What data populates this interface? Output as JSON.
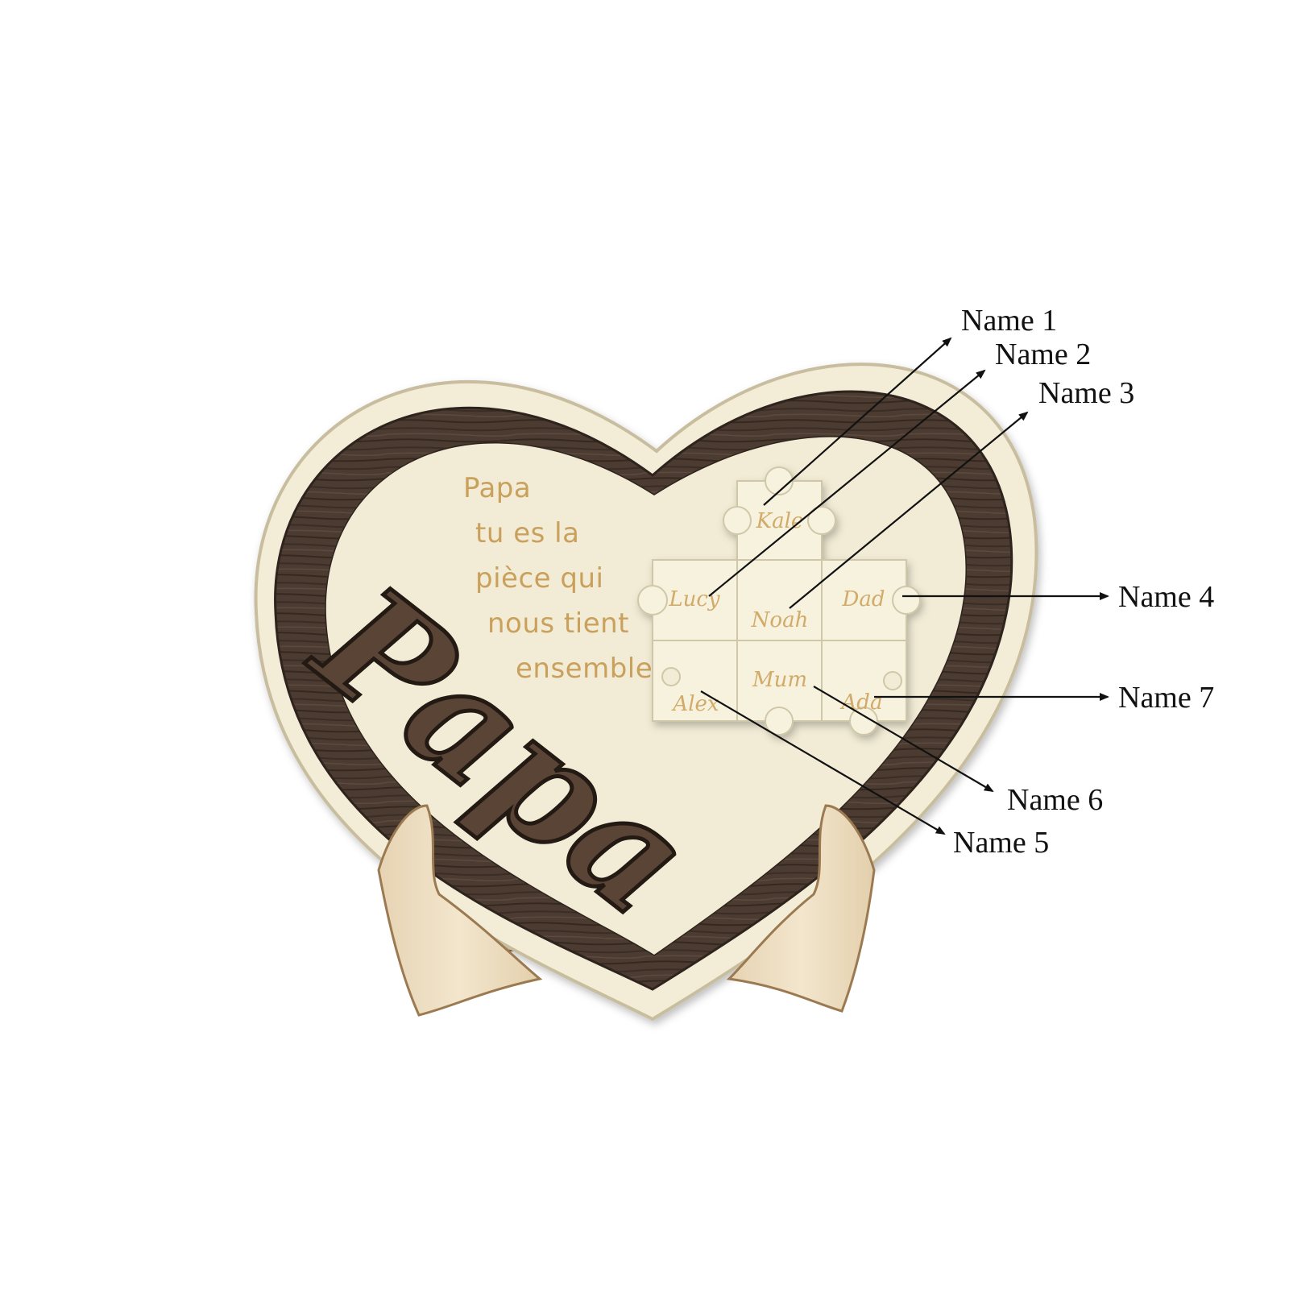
{
  "message": {
    "lines": [
      "Papa",
      "tu es la",
      "pièce qui",
      "nous tient",
      "ensemble."
    ]
  },
  "script_word": "Papa",
  "pieces": [
    "Kale",
    "Lucy",
    "Noah",
    "Dad",
    "Alex",
    "Mum",
    "Ada"
  ],
  "callouts": [
    "Name 1",
    "Name 2",
    "Name 3",
    "Name 4",
    "Name 5",
    "Name 6",
    "Name 7"
  ],
  "colors": {
    "background": "#ffffff",
    "board_cream": "#f2ecd6",
    "frame_wood_dark": "#4a3a30",
    "stand_wood": "#ecdcc0",
    "engraving_gold": "#c9a15c",
    "callout_line": "#111111"
  }
}
